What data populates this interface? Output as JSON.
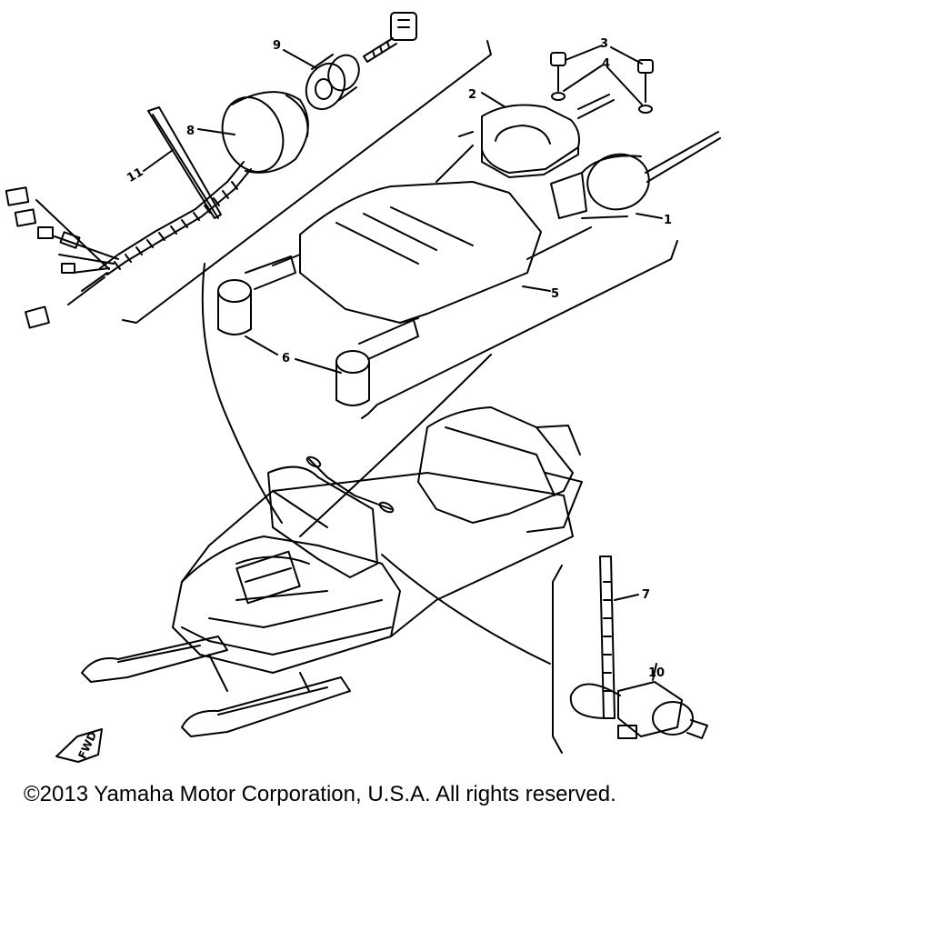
{
  "diagram": {
    "callouts": {
      "c1": "1",
      "c2": "2",
      "c3": "3",
      "c4": "4",
      "c5": "5",
      "c6": "6",
      "c7": "7",
      "c8": "8",
      "c9": "9",
      "c10": "10",
      "c11": "11"
    },
    "fwd_marker": "FWD"
  },
  "footer": {
    "copyright": "©2013 Yamaha Motor Corporation, U.S.A. All rights reserved."
  }
}
